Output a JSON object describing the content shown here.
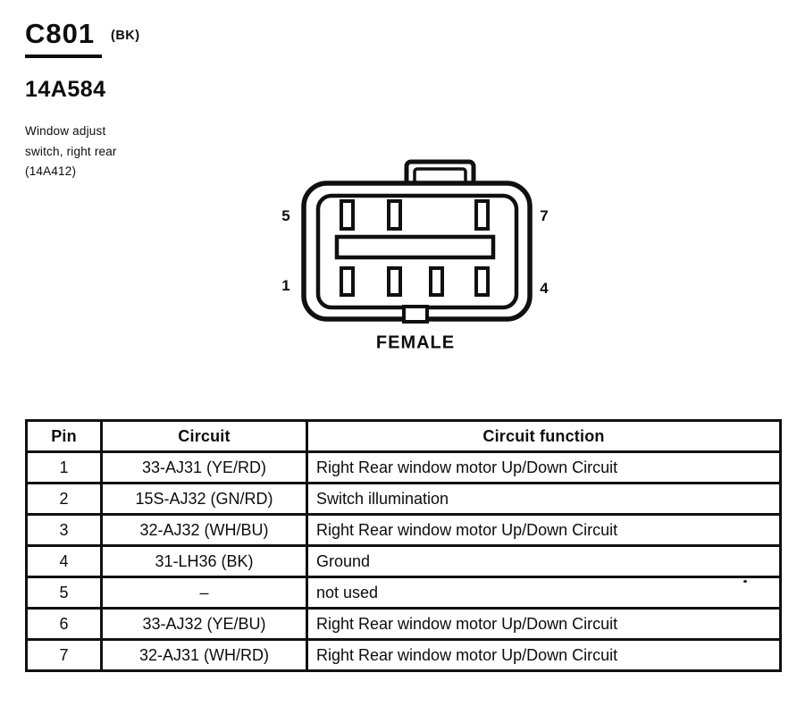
{
  "header": {
    "connector_id": "C801",
    "connector_color_code": "(BK)",
    "part_number": "14A584",
    "description_lines": [
      "Window adjust",
      "switch, right rear",
      "(14A412)"
    ]
  },
  "diagram": {
    "gender_label": "FEMALE",
    "pin_labels": {
      "top_left": "5",
      "top_right": "7",
      "bottom_left": "1",
      "bottom_right": "4"
    }
  },
  "pin_table": {
    "headers": {
      "pin": "Pin",
      "circuit": "Circuit",
      "function": "Circuit function"
    },
    "rows": [
      {
        "pin": "1",
        "circuit": "33-AJ31 (YE/RD)",
        "function": "Right Rear window motor Up/Down Circuit"
      },
      {
        "pin": "2",
        "circuit": "15S-AJ32 (GN/RD)",
        "function": "Switch illumination"
      },
      {
        "pin": "3",
        "circuit": "32-AJ32 (WH/BU)",
        "function": "Right Rear window motor Up/Down Circuit"
      },
      {
        "pin": "4",
        "circuit": "31-LH36 (BK)",
        "function": "Ground"
      },
      {
        "pin": "5",
        "circuit": "–",
        "function": "not used"
      },
      {
        "pin": "6",
        "circuit": "33-AJ32 (YE/BU)",
        "function": "Right Rear window motor Up/Down Circuit"
      },
      {
        "pin": "7",
        "circuit": "32-AJ31 (WH/RD)",
        "function": "Right Rear window motor Up/Down Circuit"
      }
    ]
  },
  "colors": {
    "ink": "#0d0d0d",
    "paper": "#ffffff"
  }
}
